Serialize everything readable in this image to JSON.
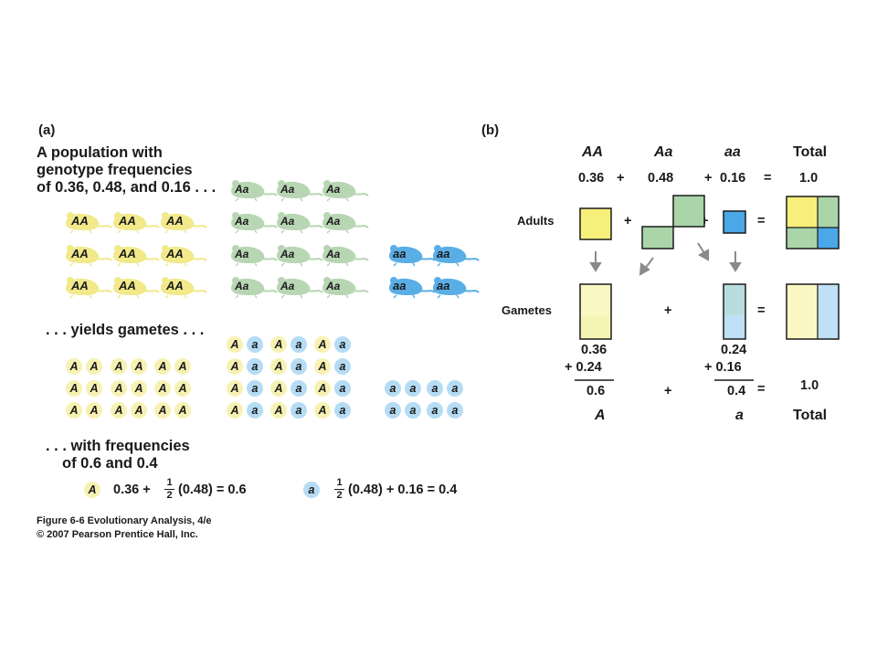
{
  "panel_a": {
    "label": "(a)",
    "heading_lines": [
      "A population with",
      "genotype frequencies",
      "of 0.36, 0.48, and 0.16 . . ."
    ],
    "genotype_labels": {
      "AA": "AA",
      "Aa": "Aa",
      "aa": "aa"
    },
    "yields_label": ". . . yields gametes . . .",
    "freq_lines": [
      ". . . with frequencies",
      "of 0.6 and 0.4"
    ],
    "formula_A": {
      "allele": "A",
      "prefix": "0.36 +",
      "frac_num": "1",
      "frac_den": "2",
      "suffix": "(0.48) = 0.6"
    },
    "formula_a": {
      "allele": "a",
      "frac_num": "1",
      "frac_den": "2",
      "suffix": "(0.48) + 0.16 = 0.4"
    }
  },
  "panel_b": {
    "label": "(b)",
    "headers": [
      "AA",
      "Aa",
      "aa",
      "Total"
    ],
    "freqs": [
      "0.36",
      "0.48",
      "0.16",
      "1.0"
    ],
    "operators": {
      "plus": "+",
      "equals": "="
    },
    "row_adults": "Adults",
    "row_gametes": "Gametes",
    "sum_A": [
      "0.36",
      "+ 0.24",
      "0.6"
    ],
    "sum_a": [
      "0.24",
      "+ 0.16",
      "0.4"
    ],
    "total_value": "1.0",
    "allele_A": "A",
    "allele_a": "a",
    "total_label": "Total"
  },
  "caption": [
    "Figure 6-6  Evolutionary Analysis, 4/e",
    "© 2007 Pearson Prentice Hall, Inc."
  ],
  "colors": {
    "AA": "#f6ef7a",
    "Aa": "#a9d5a9",
    "aa": "#4aa8e8",
    "A_light": "#fbf7c2",
    "a_light": "#bfe0f6",
    "mouseAA": "#f1e98a",
    "mouseAa": "#b8d6b4",
    "mouseaa": "#5aaee6"
  }
}
